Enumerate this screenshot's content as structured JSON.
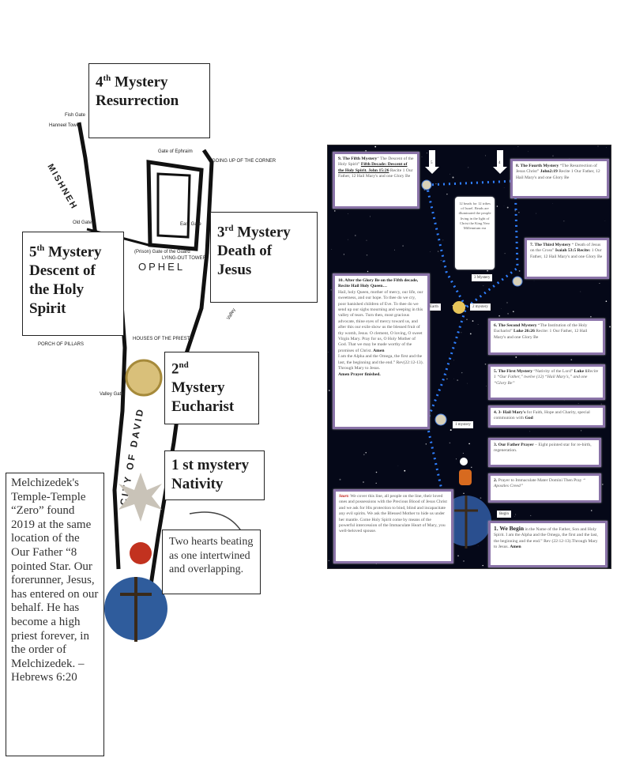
{
  "map": {
    "labels": {
      "hanneel_tower": "Hanneel Tower",
      "fish_gate": "Fish Gate",
      "mishneh": "MISHNEH",
      "gate_of_ephraim": "Gate of Ephraim",
      "going_up_corner": "GOING UP OF THE CORNER",
      "old_gate": "Old Gate",
      "east_gate": "East Gate",
      "gate_of_guard": "(Prison) Gate of the Guard",
      "lying_out_tower": "LYING-OUT TOWER",
      "ophel": "OPHEL",
      "houses_of_priests": "HOUSES OF THE PRIESTS",
      "porch_of_pillars": "PORCH OF PILLARS",
      "valley_gate": "Valley Gate",
      "valley": "Valley",
      "city_of_david": "CITY OF DAVID"
    }
  },
  "mysteries": {
    "fourth": {
      "num": "4",
      "sup": "th",
      "line1": " Mystery",
      "line2": "Resurrection"
    },
    "third": {
      "num": "3",
      "sup": "rd",
      "line1": " Mystery",
      "line2": "Death of",
      "line3": "Jesus"
    },
    "fifth": {
      "num": "5",
      "sup": "th",
      "line1": " Mystery",
      "line2": "Descent of",
      "line3": "the Holy",
      "line4": "Spirit"
    },
    "second": {
      "num": "2",
      "sup": "nd",
      "line2": "Mystery",
      "line3": "Eucharist"
    },
    "first": {
      "line1": "1 st mystery",
      "line2": "Nativity"
    }
  },
  "hearts_note": "Two hearts beating as one intertwined and overlapping.",
  "melchizedek_note": "Melchizedek's Temple-Temple “Zero” found 2019 at the same location of the Our Father “8 pointed Star. Our forerunner, Jesus, has entered on our behalf. He has become a high priest forever, in the order of Melchizedek. – Hebrews 6:20",
  "panel": {
    "arrows": {
      "five": "5",
      "four": "4"
    },
    "tags": {
      "three_mystery": "3 Mystery",
      "earth": "Earth",
      "two_mystery": "2 mystery",
      "one_mystery": "1 mystery",
      "begin": "Begin"
    },
    "twelve_beads": "12 beads for 12 tribes of Israel. Beads are illuminated the people living in the light of Christ the King New Millennium era",
    "fifth": {
      "head": "9.  The Fifth Mystery",
      "text": "“ The Descent of the Holy Spirit” ",
      "bold": "Fifth Decade: Descent of the Holy Spirit. John 15:26",
      "tail": " Recite 1 Our Father, 12 Hail Mary's and one Glory Be"
    },
    "fourth": {
      "head": "8.  The Fourth Mystery",
      "text": " “The Resurrection of Jesus Christ” ",
      "bold": "John2:19",
      "tail": " Recite 1 Our Father, 12 Hail Mary's and one Glory Be"
    },
    "third": {
      "head": "7.  The Third Mystery",
      "text": " “ Death of Jesus on the Cross” ",
      "bold": "Isaiah 53:5 Recite:",
      "tail": " 1 Our Father, 12 Hail Mary's and one Glory Be"
    },
    "tenth": {
      "head": "10.  After the Glory Be on the Fifth decade, Recite Hail Holy Queen…",
      "text": "Hail, holy Queen, mother of mercy, our life, our sweetness, and our hope. To thee do we cry, poor banished children of Eve. To thee do we send up our sighs mourning and weeping in this valley of tears. Turn then, most gracious advocate, thine eyes of mercy toward us, and after this our exile show us the blessed fruit of thy womb, Jesus. O clement, O loving, O sweet Virgin Mary. Pray for us, O Holy Mother of God. That we may be made worthy of the promises of Christ. ",
      "amen": "Amen",
      "tail": "I am the Alpha and the Omega, the first and the last, the beginning and the end.” Rev(22:12-13). Through Mary to Jesus.",
      "end": "Amen  Prayer finished."
    },
    "sixth": {
      "head": "6. The Second Mystery",
      "text": " “The Institution of the Holy Eucharist” ",
      "bold": "Luke 26:26",
      "tail": " Recite: 1 Our Father, 12 Hail Mary's and one Glory Be"
    },
    "first_myst": {
      "head": "5.  The First Mystery",
      "text": " “Nativity of the Lord” ",
      "bold": "Luke 1",
      "tail": "Recite 1 “Our Father,” twelve (12) “Hail Mary's,” and one “Glory Be”"
    },
    "hail_three": {
      "head": "4.  3- Hail Mary's",
      "text": " for Faith, Hope and Charity, special communion with ",
      "bold": "God"
    },
    "our_father": {
      "head": "3.  Our Father Prayer",
      "text": " – Eight pointed star for re-birth, regeneration."
    },
    "prayer_two": {
      "head": "2.",
      "text": "  Prayer to Immaculate Mater Domini Then Pray ",
      "ital": "“ Apostles Creed”"
    },
    "start": {
      "head": "Start:",
      "text": " We cover this line, all people on the line, their loved ones and possessions with the Precious Blood of Jesus Christ and we ask for His protection to bind, blind and incapacitate any evil spirits. We ask the Blessed Mother to hide us under her mantle. Come Holy Spirit come by means of the powerful intercession of the Immaculate Heart of Mary, you well-beloved spouse."
    },
    "begin": {
      "head": "1.  We Begin",
      "text": " in the Name of the Father, Son and Holy Spirit. I am the Alpha and the Omega, the first and the last, the beginning and the end.” Rev (22:12-13).Through Mary to Jesus. ",
      "bold": "Amen"
    }
  },
  "colors": {
    "box_border": "#8a73a8",
    "panel_bg": "#050818",
    "bead": "#2f7fff",
    "start_red": "#c0201a"
  }
}
